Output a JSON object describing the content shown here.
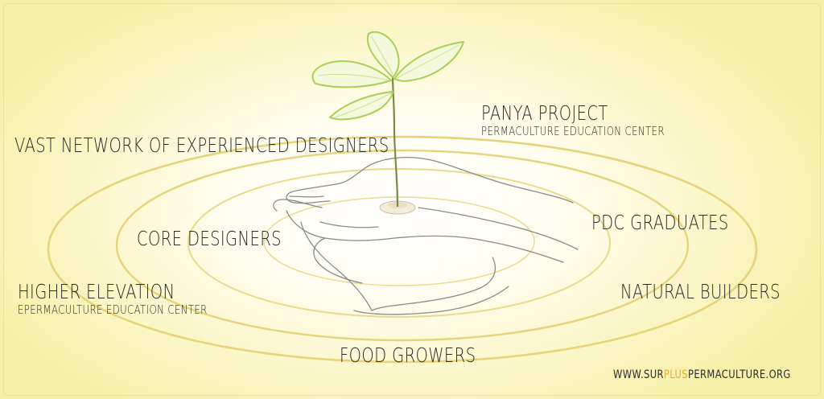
{
  "rings": {
    "outer": "VAST NETWORK OF EXPERIENCED DESIGNERS",
    "core": "CORE DESIGNERS",
    "pdc": "PDC GRADUATES",
    "builders": "NATURAL BUILDERS",
    "growers": "FOOD GROWERS"
  },
  "partners": {
    "panya_title": "PANYA PROJECT",
    "panya_subtitle": "PERMACULTURE EDUCATION CENTER",
    "higher_title": "HIGHER ELEVATION",
    "higher_subtitle": "EPERMACULTURE EDUCATION CENTER"
  },
  "website": {
    "prefix": "WWW.SUR",
    "accent": "PLUS",
    "suffix": "PERMACULTURE.ORG"
  },
  "colors": {
    "background": "#f6efa7",
    "ring": "#e8d77a",
    "leaf": "#a9cf54",
    "text": "#2a2a2a",
    "accent": "#d9b23a"
  },
  "icons": [
    "seedling-illustration",
    "cupped-hands-illustration",
    "ripple-rings"
  ]
}
